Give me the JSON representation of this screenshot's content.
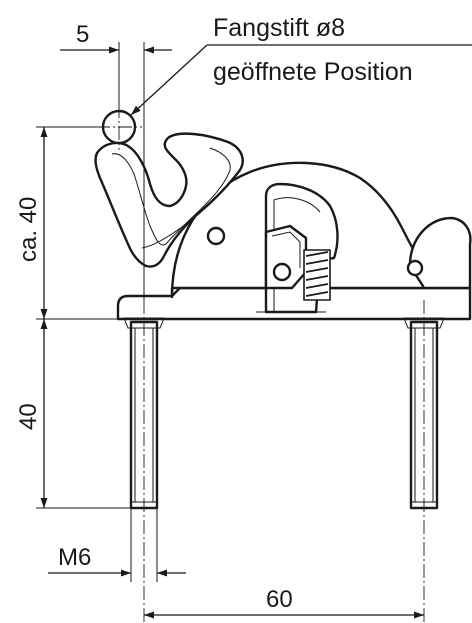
{
  "labels": {
    "pin_name": "Fangstift ø8",
    "pin_position": "geöffnete Position",
    "dim_pin_offset": "5",
    "dim_height_top": "ca. 40",
    "dim_height_bolt": "40",
    "dim_thread": "M6",
    "dim_bolt_spacing": "60"
  },
  "colors": {
    "line": "#1a1a1a",
    "background": "#ffffff"
  }
}
